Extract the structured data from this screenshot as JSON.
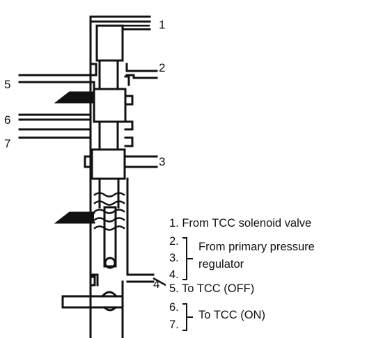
{
  "callouts": [
    "1",
    "2",
    "3",
    "4",
    "5",
    "6",
    "7"
  ],
  "legend": {
    "item1": "1. From TCC solenoid valve",
    "n2": "2.",
    "n3": "3.",
    "n4": "4.",
    "group1_line1": "From primary pressure",
    "group1_line2": "regulator",
    "item5": "5. To TCC (OFF)",
    "n6": "6.",
    "n7": "7.",
    "group2": "To TCC (ON)"
  }
}
